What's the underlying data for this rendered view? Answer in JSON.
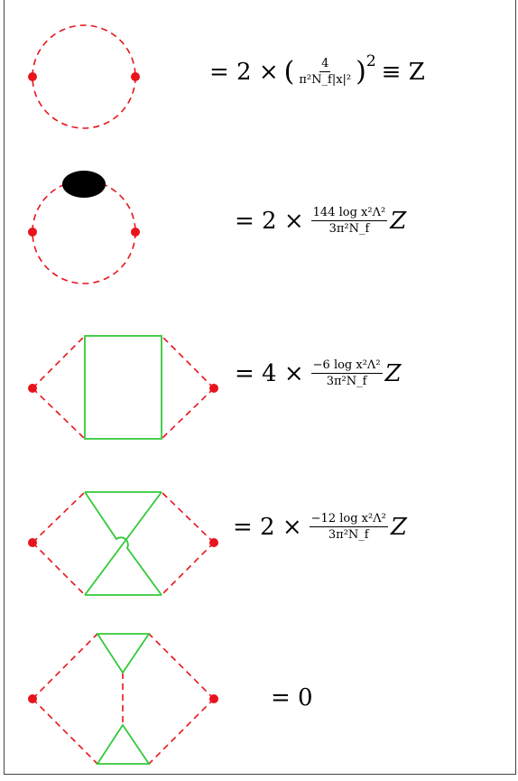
{
  "rows": [
    {
      "id": "self-energy-free",
      "lhs_op": "= 2 ×",
      "frac_num": "4",
      "frac_den": "π²N_f|x|²",
      "power": "2",
      "rhs": "≡ Z"
    },
    {
      "id": "self-energy-blob",
      "lhs_op": "= 2 ×",
      "frac_num": "144 log x²Λ²",
      "frac_den": "3π²N_f",
      "rhs": "Z"
    },
    {
      "id": "box-diagram",
      "lhs_op": "= 4 ×",
      "frac_num": "−6 log x²Λ²",
      "frac_den": "3π²N_f",
      "rhs": "Z"
    },
    {
      "id": "crossed-diagram",
      "lhs_op": "= 2 ×",
      "frac_num": "−12 log x²Λ²",
      "frac_den": "3π²N_f",
      "rhs": "Z"
    },
    {
      "id": "triangle-diagram",
      "lhs_op": "= 0"
    }
  ],
  "colors": {
    "scalar_line": "#e8141c",
    "fermion_line": "#33c93a",
    "vertex": "#e8141c",
    "blob": "#000000",
    "border": "#444444"
  }
}
